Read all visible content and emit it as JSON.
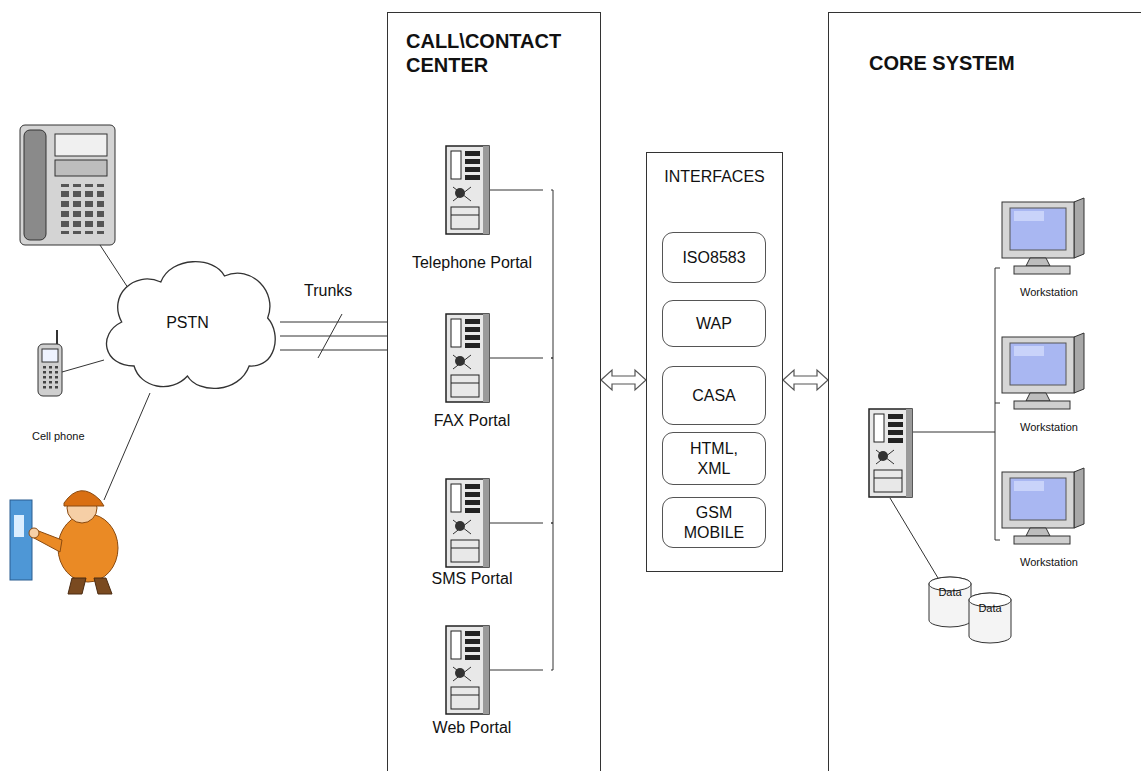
{
  "diagram": {
    "nodes": [
      {
        "text": [
          "PSTN"
        ]
      },
      {
        "text": [
          "CALL\\CONTACT CENTER"
        ]
      },
      {
        "text": [
          "Telephone Portal"
        ],
        "in": 1
      },
      {
        "text": [
          "FAX Portal"
        ],
        "in": 1
      },
      {
        "text": [
          "SMS Portal"
        ],
        "in": 1
      },
      {
        "text": [
          "Web Portal"
        ],
        "in": 1
      },
      {
        "text": [
          "INTERFACES"
        ]
      },
      {
        "text": [
          "ISO8583"
        ],
        "in": 6
      },
      {
        "text": [
          "WAP"
        ],
        "in": 6
      },
      {
        "text": [
          "CASA"
        ],
        "in": 6
      },
      {
        "text": [
          "HTML, XML"
        ],
        "in": 6
      },
      {
        "text": [
          "GSM MOBILE"
        ],
        "in": 6
      },
      {
        "text": [
          "CORE SYSTEM"
        ]
      },
      {
        "text": [
          "Workstation"
        ],
        "in": 12
      },
      {
        "text": [
          "Workstation"
        ],
        "in": 12
      },
      {
        "text": [
          "Workstation"
        ],
        "in": 12
      },
      {
        "text": [
          "Data"
        ],
        "in": 12
      },
      {
        "text": [
          "Data"
        ],
        "in": 12
      }
    ],
    "edges": [
      {
        "from": 0,
        "to": 1,
        "arrow": "none"
      },
      {
        "from": 0,
        "to": 1,
        "arrow": "none"
      },
      {
        "from": 0,
        "to": 1,
        "arrow": "none"
      },
      {
        "from": 2,
        "to": 3,
        "arrow": "none"
      },
      {
        "from": 3,
        "to": 4,
        "arrow": "none"
      },
      {
        "from": 4,
        "to": 5,
        "arrow": "none"
      },
      {
        "from": 1,
        "to": 6,
        "arrow": "both"
      },
      {
        "from": 6,
        "to": 12,
        "arrow": "both"
      }
    ],
    "labels": [
      "Trunks",
      "Cell phone"
    ]
  }
}
